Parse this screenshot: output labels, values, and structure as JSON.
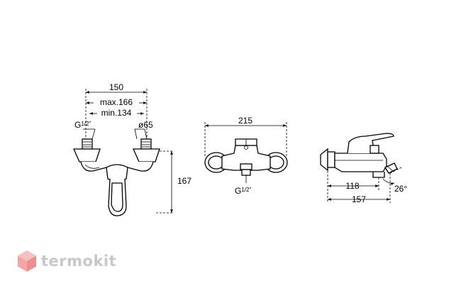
{
  "front_view": {
    "width_label": "150",
    "max_label": "max.166",
    "min_label": "min.134",
    "thread_label_main": "G",
    "thread_label_frac": "1/2\"",
    "diameter_label": "ø65",
    "height_label": "167"
  },
  "top_view": {
    "width_label": "215",
    "thread_label_main": "G",
    "thread_label_frac": "1/2\""
  },
  "side_view": {
    "depth_label": "118",
    "total_label": "157",
    "angle_label": "26°"
  },
  "watermark": {
    "text": "termokit"
  }
}
